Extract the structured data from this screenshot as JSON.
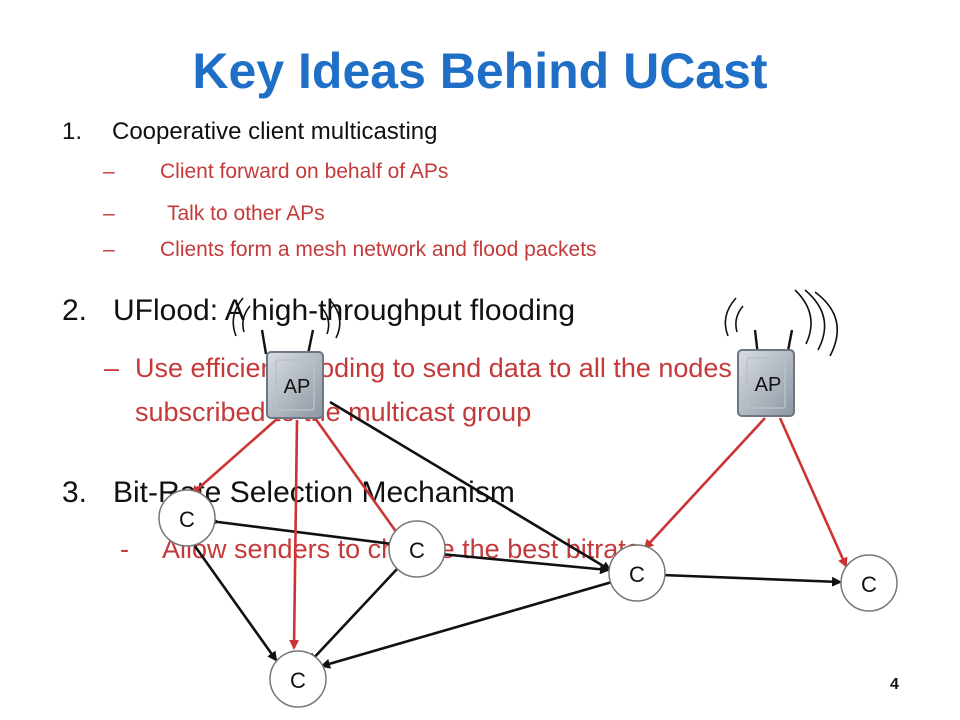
{
  "slide": {
    "title": "Key Ideas Behind UCast",
    "page_number": "4",
    "item1": {
      "number": "1.",
      "text": "Cooperative client multicasting",
      "bullets": [
        {
          "dash": "–",
          "text": "Client forward on behalf of APs"
        },
        {
          "dash": "–",
          "text": "Talk to other APs"
        },
        {
          "dash": "–",
          "text": "Clients form a mesh network and flood packets"
        }
      ]
    },
    "item2": {
      "number": "2.",
      "text": "UFlood: A high-throughput flooding",
      "sub_dash": "–",
      "sub_line1": "Use efficient flooding to send data to all the nodes",
      "sub_line2": "subscribed to the multicast group"
    },
    "item3": {
      "number": "3.",
      "text": "Bit-Rate Selection Mechanism",
      "sub_dash": "-",
      "sub_text": "Allow senders to choose the best bitrate"
    }
  },
  "diagram": {
    "ap_label": "AP",
    "client_label": "C",
    "colors": {
      "arrow_black": "#111111",
      "arrow_red": "#cc3333",
      "ap_box": "#9aa3ad"
    }
  }
}
